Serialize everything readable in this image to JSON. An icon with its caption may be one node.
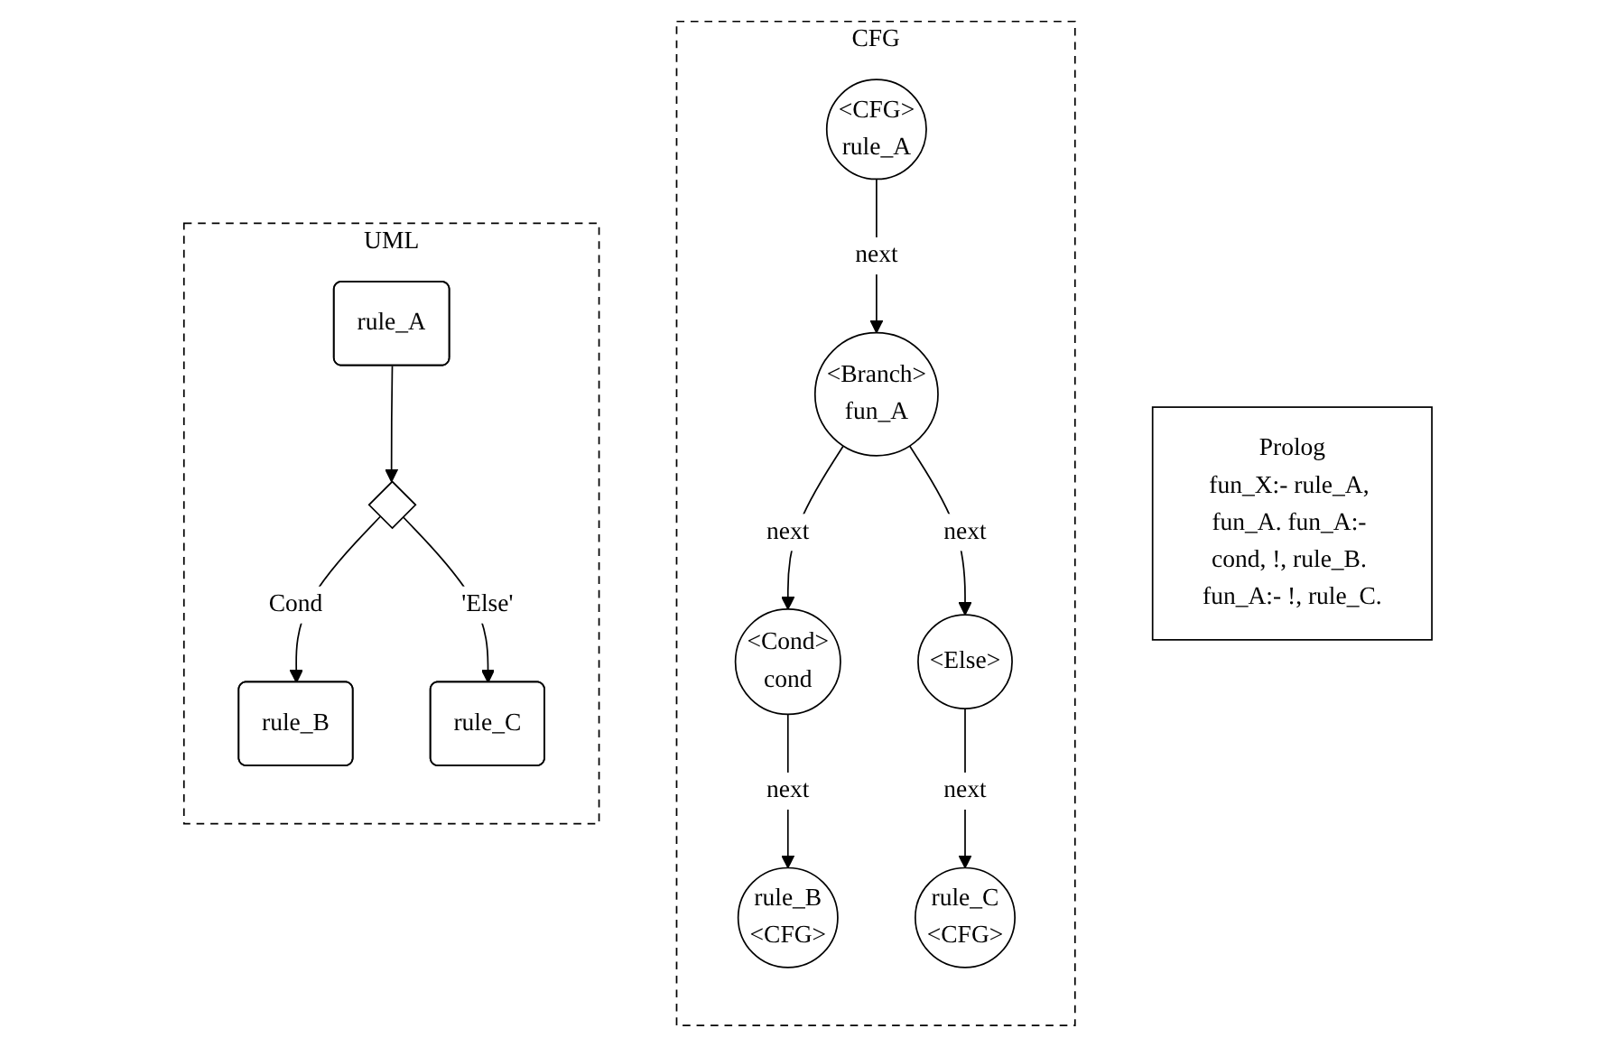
{
  "diagram": {
    "nodes": [
      {
        "text": [
          "UML"
        ]
      },
      {
        "text": [
          "rule_A"
        ],
        "in": 0
      },
      {
        "text": [],
        "shape": "diamond",
        "in": 0
      },
      {
        "text": [
          "rule_B"
        ],
        "in": 0
      },
      {
        "text": [
          "rule_C"
        ],
        "in": 0
      },
      {
        "text": [
          "CFG"
        ]
      },
      {
        "text": [
          "<CFG>",
          "rule_A"
        ],
        "in": 5
      },
      {
        "text": [
          "<Branch>",
          "fun_A"
        ],
        "in": 5
      },
      {
        "text": [
          "<Cond>",
          "cond"
        ],
        "in": 5
      },
      {
        "text": [
          "<Else>"
        ],
        "in": 5
      },
      {
        "text": [
          "rule_B",
          "<CFG>"
        ],
        "in": 5
      },
      {
        "text": [
          "rule_C",
          "<CFG>"
        ],
        "in": 5
      },
      {
        "text": [
          "Prolog",
          "fun_X:- rule_A, fun_A. fun_A:- cond, !, rule_B. fun_A:- !, rule_C."
        ]
      }
    ],
    "edges": [
      {
        "from": 1,
        "to": 2,
        "arrow": "to"
      },
      {
        "from": 2,
        "to": 3,
        "arrow": "to",
        "label": "Cond"
      },
      {
        "from": 2,
        "to": 4,
        "arrow": "to",
        "label": "'Else'"
      },
      {
        "from": 6,
        "to": 7,
        "arrow": "to",
        "label": "next"
      },
      {
        "from": 7,
        "to": 8,
        "arrow": "to",
        "label": "next"
      },
      {
        "from": 7,
        "to": 9,
        "arrow": "to",
        "label": "next"
      },
      {
        "from": 8,
        "to": 10,
        "arrow": "to",
        "label": "next"
      },
      {
        "from": 9,
        "to": 11,
        "arrow": "to",
        "label": "next"
      }
    ]
  }
}
